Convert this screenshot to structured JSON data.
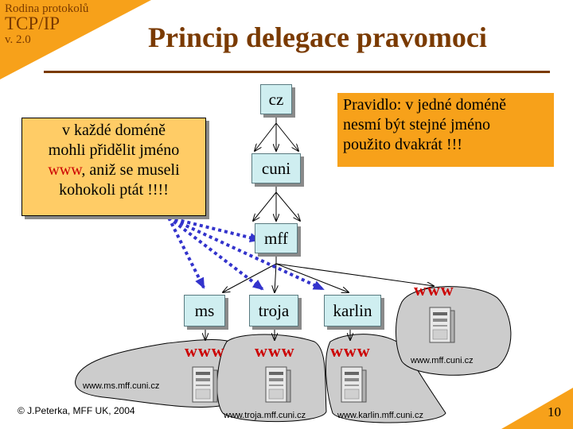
{
  "header": {
    "series": "Rodina protokolů",
    "protocol": "TCP/IP",
    "version": "v. 2.0"
  },
  "title": "Princip delegace pravomoci",
  "nodes": {
    "cz": "cz",
    "cuni": "cuni",
    "mff": "mff",
    "ms": "ms",
    "troja": "troja",
    "karlin": "karlin"
  },
  "note_left": {
    "line1": "v každé doméně",
    "line2": "mohli přidělit jméno",
    "line3_www": "www",
    "line3_rest": ", aniž se museli",
    "line4": "kohokoli ptát !!!!"
  },
  "note_right": {
    "line1": "Pravidlo: v jedné doméně",
    "line2": "nesmí být stejné jméno",
    "line3": "použito dvakrát !!!"
  },
  "www_label": "www",
  "urls": {
    "mff": "www.mff.cuni.cz",
    "ms": "www.ms.mff.cuni.cz",
    "troja": "www.troja.mff.cuni.cz",
    "karlin": "www.karlin.mff.cuni.cz"
  },
  "footer": {
    "copyright": "© J.Peterka, MFF UK, 2004",
    "page": "10"
  },
  "colors": {
    "accent": "#f7a11a",
    "title": "#7a3a00",
    "node_fill": "#cfeef0",
    "note_fill": "#ffcc66",
    "www": "#cc0000",
    "dotted_arrow": "#3333cc",
    "blob": "#cccccc"
  }
}
